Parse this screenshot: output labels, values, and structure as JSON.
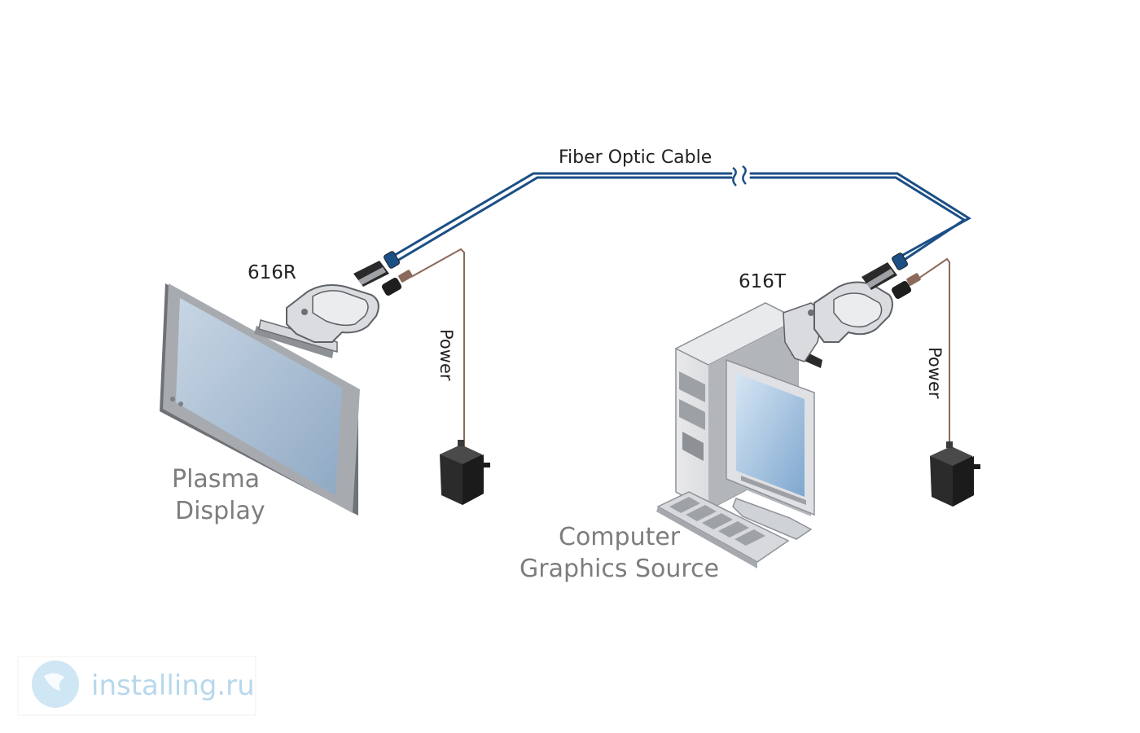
{
  "labels": {
    "fiber_cable": "Fiber Optic Cable",
    "receiver": "616R",
    "transmitter": "616T",
    "power_left": "Power",
    "power_right": "Power",
    "display_line1": "Plasma",
    "display_line2": "Display",
    "source_line1": "Computer",
    "source_line2": "Graphics Source"
  },
  "watermark": {
    "text": "installing.ru"
  },
  "colors": {
    "fiber_cable": "#1b4f86",
    "power_cord": "#8a6a5a",
    "device_gray": "#cfd2d6",
    "screen_blue": "#9fb7cf",
    "adapter_black": "#1e1e1e",
    "label_gray": "#7d7d7d",
    "watermark_blue": "#b7d8ec"
  },
  "icons": [
    "plasma-display-icon",
    "computer-tower-icon",
    "monitor-icon",
    "keyboard-icon",
    "power-adapter-icon",
    "fiber-module-icon",
    "cable-break-icon"
  ]
}
